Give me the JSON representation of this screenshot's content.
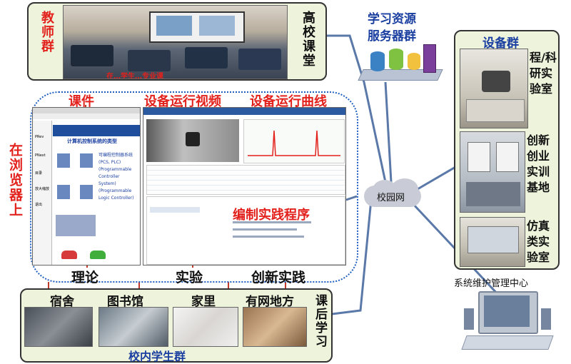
{
  "teacher_panel": {
    "left_label": "教师群",
    "right_label": "高校课堂",
    "banner": "在…学生…专业课"
  },
  "server": {
    "label_line1": "学习资源",
    "label_line2": "服务器群"
  },
  "device_panel": {
    "title": "设备群",
    "rows": [
      {
        "labels": [
          "程/科",
          "研实",
          "验室"
        ]
      },
      {
        "labels": [
          "创新",
          "创业",
          "实训",
          "基地"
        ]
      },
      {
        "labels": [
          "仿真",
          "类实",
          "验室"
        ]
      }
    ]
  },
  "browser": {
    "side_label": "在浏览器上",
    "top_labels": [
      "课件",
      "设备运行视频",
      "设备运行曲线"
    ],
    "program_label": "编制实践程序",
    "bottom_labels": [
      "理论",
      "实验",
      "创新实践"
    ],
    "courseware": {
      "heading": "计算机控制系统的类型",
      "subtext": "可编程控制器系统 (PCS, PLC) (Programmable Controller System) (Programmable Logic Controller)"
    },
    "side_menu": [
      "PRev",
      "PNext",
      "目录",
      "放大缩放",
      "退出"
    ]
  },
  "network": {
    "label": "校园网"
  },
  "maintenance": {
    "label": "系统维护管理中心"
  },
  "student_panel": {
    "locations": [
      "宿舍",
      "图书馆",
      "家里",
      "有网地方"
    ],
    "group_label": "校内学生群",
    "side_label": "课后学习"
  },
  "colors": {
    "accent_red": "#e3211c",
    "panel_bg": "#eef3dc",
    "dotted_blue": "#1f5fbf",
    "cloud": "#c9ccd6"
  }
}
